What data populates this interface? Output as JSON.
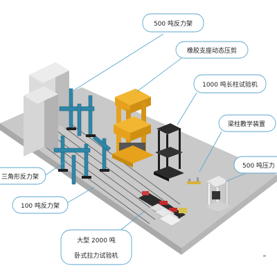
{
  "labels": {
    "ton500_frame": "500 吨反力架",
    "rubber_bearing": "橡胶支座动态压剪",
    "ton1000_column": "1000 吨长柱试验机",
    "beam_column": "梁柱教学装置",
    "ton500_press": "500 吨压力",
    "triangle_frame": "三角形反力架",
    "ton100_frame": "100 吨反力架",
    "tensile_line1": "大型 2000 吨",
    "tensile_line2": "卧式拉力试验机"
  },
  "colors": {
    "floor": "#c9c9c9",
    "wall": "#dedede",
    "steel_blue": "#2f86a8",
    "yellow": "#e6a21c",
    "red": "#c42a2a",
    "callout_stroke": "#5aa6cc"
  },
  "icons": {
    "callout": "rounded-speech-bubble"
  }
}
